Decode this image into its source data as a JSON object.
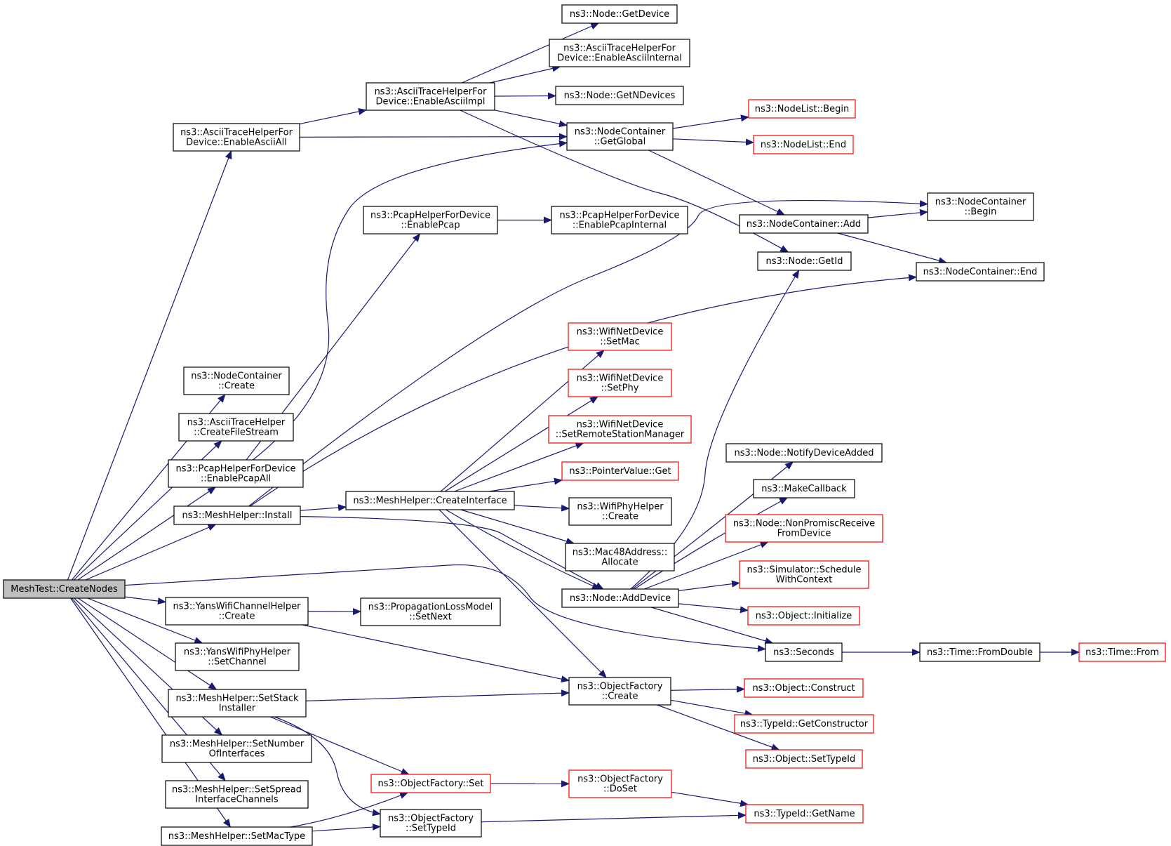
{
  "colors": {
    "edge": "#191970",
    "border_normal": "#000000",
    "border_truncated": "#ff0000",
    "root_fill": "#bfbfbf",
    "node_fill": "#ffffff"
  },
  "nodes": [
    {
      "id": "root",
      "lines": [
        "MeshTest::CreateNodes"
      ],
      "style": "root"
    },
    {
      "id": "enableAsciiAll",
      "lines": [
        "ns3::AsciiTraceHelperFor",
        "Device::EnableAsciiAll"
      ],
      "style": "normal"
    },
    {
      "id": "ncCreate",
      "lines": [
        "ns3::NodeContainer",
        "::Create"
      ],
      "style": "normal"
    },
    {
      "id": "createFileStream",
      "lines": [
        "ns3::AsciiTraceHelper",
        "::CreateFileStream"
      ],
      "style": "normal"
    },
    {
      "id": "enablePcapAll",
      "lines": [
        "ns3::PcapHelperForDevice",
        "::EnablePcapAll"
      ],
      "style": "normal"
    },
    {
      "id": "meshInstall",
      "lines": [
        "ns3::MeshHelper::Install"
      ],
      "style": "normal"
    },
    {
      "id": "yansChanCreate",
      "lines": [
        "ns3::YansWifiChannelHelper",
        "::Create"
      ],
      "style": "normal"
    },
    {
      "id": "yansPhySetChannel",
      "lines": [
        "ns3::YansWifiPhyHelper",
        "::SetChannel"
      ],
      "style": "normal"
    },
    {
      "id": "setStackInstaller",
      "lines": [
        "ns3::MeshHelper::SetStack",
        "Installer"
      ],
      "style": "normal"
    },
    {
      "id": "setNumberOfInterfaces",
      "lines": [
        "ns3::MeshHelper::SetNumber",
        "OfInterfaces"
      ],
      "style": "normal"
    },
    {
      "id": "setSpreadInterfaceChannels",
      "lines": [
        "ns3::MeshHelper::SetSpread",
        "InterfaceChannels"
      ],
      "style": "normal"
    },
    {
      "id": "setMacType",
      "lines": [
        "ns3::MeshHelper::SetMacType"
      ],
      "style": "normal"
    },
    {
      "id": "enableAsciiImpl",
      "lines": [
        "ns3::AsciiTraceHelperFor",
        "Device::EnableAsciiImpl"
      ],
      "style": "normal"
    },
    {
      "id": "enablePcap",
      "lines": [
        "ns3::PcapHelperForDevice",
        "::EnablePcap"
      ],
      "style": "normal"
    },
    {
      "id": "createInterface",
      "lines": [
        "ns3::MeshHelper::CreateInterface"
      ],
      "style": "normal"
    },
    {
      "id": "propSetNext",
      "lines": [
        "ns3::PropagationLossModel",
        "::SetNext"
      ],
      "style": "normal"
    },
    {
      "id": "ofSet",
      "lines": [
        "ns3::ObjectFactory::Set"
      ],
      "style": "truncated"
    },
    {
      "id": "ofSetTypeId",
      "lines": [
        "ns3::ObjectFactory",
        "::SetTypeId"
      ],
      "style": "normal"
    },
    {
      "id": "nodeGetDevice",
      "lines": [
        "ns3::Node::GetDevice"
      ],
      "style": "normal"
    },
    {
      "id": "enableAsciiInternal",
      "lines": [
        "ns3::AsciiTraceHelperFor",
        "Device::EnableAsciiInternal"
      ],
      "style": "normal"
    },
    {
      "id": "nodeGetNDevices",
      "lines": [
        "ns3::Node::GetNDevices"
      ],
      "style": "normal"
    },
    {
      "id": "ncGetGlobal",
      "lines": [
        "ns3::NodeContainer",
        "::GetGlobal"
      ],
      "style": "normal"
    },
    {
      "id": "enablePcapInternal",
      "lines": [
        "ns3::PcapHelperForDevice",
        "::EnablePcapInternal"
      ],
      "style": "normal"
    },
    {
      "id": "wndSetMac",
      "lines": [
        "ns3::WifiNetDevice",
        "::SetMac"
      ],
      "style": "truncated"
    },
    {
      "id": "wndSetPhy",
      "lines": [
        "ns3::WifiNetDevice",
        "::SetPhy"
      ],
      "style": "truncated"
    },
    {
      "id": "wndSetRSM",
      "lines": [
        "ns3::WifiNetDevice",
        "::SetRemoteStationManager"
      ],
      "style": "truncated"
    },
    {
      "id": "pointerValueGet",
      "lines": [
        "ns3::PointerValue::Get"
      ],
      "style": "truncated"
    },
    {
      "id": "wifiPhyCreate",
      "lines": [
        "ns3::WifiPhyHelper",
        "::Create"
      ],
      "style": "normal"
    },
    {
      "id": "macAllocate",
      "lines": [
        "ns3::Mac48Address::",
        "Allocate"
      ],
      "style": "normal"
    },
    {
      "id": "nodeAddDevice",
      "lines": [
        "ns3::Node::AddDevice"
      ],
      "style": "normal"
    },
    {
      "id": "ofCreate",
      "lines": [
        "ns3::ObjectFactory",
        "::Create"
      ],
      "style": "normal"
    },
    {
      "id": "ofDoSet",
      "lines": [
        "ns3::ObjectFactory",
        "::DoSet"
      ],
      "style": "truncated"
    },
    {
      "id": "nodeListBegin",
      "lines": [
        "ns3::NodeList::Begin"
      ],
      "style": "truncated"
    },
    {
      "id": "nodeListEnd",
      "lines": [
        "ns3::NodeList::End"
      ],
      "style": "truncated"
    },
    {
      "id": "ncAdd",
      "lines": [
        "ns3::NodeContainer::Add"
      ],
      "style": "normal"
    },
    {
      "id": "nodeGetId",
      "lines": [
        "ns3::Node::GetId"
      ],
      "style": "normal"
    },
    {
      "id": "notifyDeviceAdded",
      "lines": [
        "ns3::Node::NotifyDeviceAdded"
      ],
      "style": "normal"
    },
    {
      "id": "makeCallback",
      "lines": [
        "ns3::MakeCallback"
      ],
      "style": "normal"
    },
    {
      "id": "nonPromisc",
      "lines": [
        "ns3::Node::NonPromiscReceive",
        "FromDevice"
      ],
      "style": "truncated"
    },
    {
      "id": "scheduleWithContext",
      "lines": [
        "ns3::Simulator::Schedule",
        "WithContext"
      ],
      "style": "truncated"
    },
    {
      "id": "objInitialize",
      "lines": [
        "ns3::Object::Initialize"
      ],
      "style": "truncated"
    },
    {
      "id": "seconds",
      "lines": [
        "ns3::Seconds"
      ],
      "style": "normal"
    },
    {
      "id": "objConstruct",
      "lines": [
        "ns3::Object::Construct"
      ],
      "style": "truncated"
    },
    {
      "id": "getConstructor",
      "lines": [
        "ns3::TypeId::GetConstructor"
      ],
      "style": "truncated"
    },
    {
      "id": "objSetTypeId",
      "lines": [
        "ns3::Object::SetTypeId"
      ],
      "style": "truncated"
    },
    {
      "id": "typeIdGetName",
      "lines": [
        "ns3::TypeId::GetName"
      ],
      "style": "truncated"
    },
    {
      "id": "ncBegin",
      "lines": [
        "ns3::NodeContainer",
        "::Begin"
      ],
      "style": "normal"
    },
    {
      "id": "ncEnd",
      "lines": [
        "ns3::NodeContainer::End"
      ],
      "style": "normal"
    },
    {
      "id": "timeFromDouble",
      "lines": [
        "ns3::Time::FromDouble"
      ],
      "style": "normal"
    },
    {
      "id": "timeFrom",
      "lines": [
        "ns3::Time::From"
      ],
      "style": "truncated"
    }
  ],
  "edges": [
    [
      "root",
      "enableAsciiAll"
    ],
    [
      "root",
      "ncCreate"
    ],
    [
      "root",
      "createFileStream"
    ],
    [
      "root",
      "enablePcapAll"
    ],
    [
      "root",
      "meshInstall"
    ],
    [
      "root",
      "seconds"
    ],
    [
      "root",
      "yansChanCreate"
    ],
    [
      "root",
      "yansPhySetChannel"
    ],
    [
      "root",
      "setStackInstaller"
    ],
    [
      "root",
      "setNumberOfInterfaces"
    ],
    [
      "root",
      "setSpreadInterfaceChannels"
    ],
    [
      "root",
      "setMacType"
    ],
    [
      "enableAsciiAll",
      "enableAsciiImpl"
    ],
    [
      "enableAsciiAll",
      "ncGetGlobal"
    ],
    [
      "enableAsciiImpl",
      "nodeGetDevice"
    ],
    [
      "enableAsciiImpl",
      "enableAsciiInternal"
    ],
    [
      "enableAsciiImpl",
      "nodeGetNDevices"
    ],
    [
      "enableAsciiImpl",
      "ncGetGlobal"
    ],
    [
      "enableAsciiImpl",
      "nodeGetId"
    ],
    [
      "ncGetGlobal",
      "nodeListBegin"
    ],
    [
      "ncGetGlobal",
      "nodeListEnd"
    ],
    [
      "ncGetGlobal",
      "ncAdd"
    ],
    [
      "ncAdd",
      "ncBegin"
    ],
    [
      "ncAdd",
      "ncEnd"
    ],
    [
      "enablePcapAll",
      "enablePcap"
    ],
    [
      "enablePcapAll",
      "ncGetGlobal"
    ],
    [
      "enablePcap",
      "enablePcapInternal"
    ],
    [
      "meshInstall",
      "createInterface"
    ],
    [
      "meshInstall",
      "nodeAddDevice"
    ],
    [
      "meshInstall",
      "ncBegin"
    ],
    [
      "meshInstall",
      "ncEnd"
    ],
    [
      "createInterface",
      "wndSetMac"
    ],
    [
      "createInterface",
      "wndSetPhy"
    ],
    [
      "createInterface",
      "wndSetRSM"
    ],
    [
      "createInterface",
      "pointerValueGet"
    ],
    [
      "createInterface",
      "wifiPhyCreate"
    ],
    [
      "createInterface",
      "macAllocate"
    ],
    [
      "createInterface",
      "nodeAddDevice"
    ],
    [
      "createInterface",
      "ofCreate"
    ],
    [
      "nodeAddDevice",
      "nodeGetId"
    ],
    [
      "nodeAddDevice",
      "notifyDeviceAdded"
    ],
    [
      "nodeAddDevice",
      "makeCallback"
    ],
    [
      "nodeAddDevice",
      "nonPromisc"
    ],
    [
      "nodeAddDevice",
      "scheduleWithContext"
    ],
    [
      "nodeAddDevice",
      "objInitialize"
    ],
    [
      "nodeAddDevice",
      "seconds"
    ],
    [
      "seconds",
      "timeFromDouble"
    ],
    [
      "timeFromDouble",
      "timeFrom"
    ],
    [
      "yansChanCreate",
      "propSetNext"
    ],
    [
      "yansChanCreate",
      "ofCreate"
    ],
    [
      "setStackInstaller",
      "ofCreate"
    ],
    [
      "setStackInstaller",
      "ofSet"
    ],
    [
      "setStackInstaller",
      "ofSetTypeId"
    ],
    [
      "setMacType",
      "ofSet"
    ],
    [
      "setMacType",
      "ofSetTypeId"
    ],
    [
      "ofCreate",
      "objConstruct"
    ],
    [
      "ofCreate",
      "getConstructor"
    ],
    [
      "ofCreate",
      "objSetTypeId"
    ],
    [
      "ofSet",
      "ofDoSet"
    ],
    [
      "ofDoSet",
      "typeIdGetName"
    ],
    [
      "ofSetTypeId",
      "typeIdGetName"
    ]
  ]
}
